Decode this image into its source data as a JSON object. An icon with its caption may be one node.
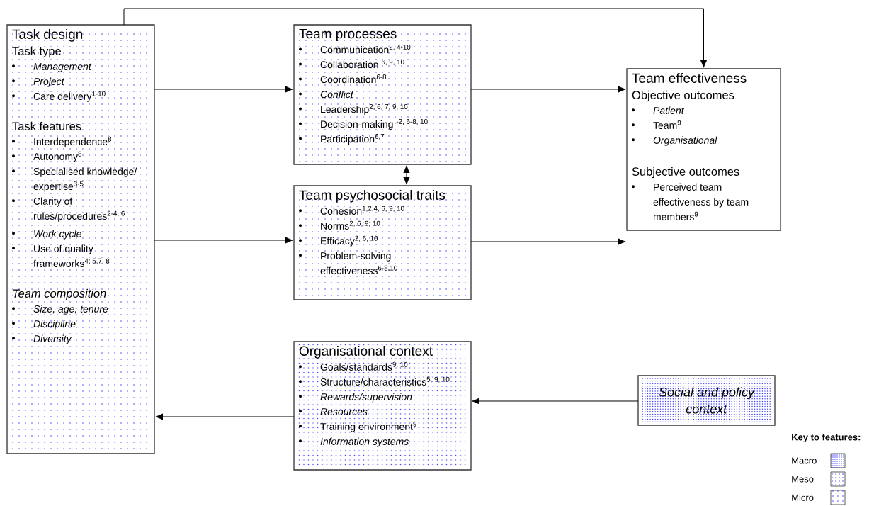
{
  "diagram": {
    "nodes": [
      {
        "text": [
          "Task design",
          "Task type",
          "*Management*",
          "*Project*",
          "Care delivery$^{1-10}$",
          "Task features",
          "Interdependence$^{8}$",
          "Autonomy$^{8}$",
          "Specialised knowledge/ expertise$^{3-5}$",
          "Clarity of rules/procedures$^{2-4, 6}$",
          "*Work cycle*",
          "Use of quality frameworks$^{4; 5,7, 8}$",
          "*Team composition*",
          "*Size, age, tenure*",
          "*Discipline*",
          "*Diversity*"
        ]
      },
      {
        "text": [
          "Team processes",
          "Communication$^{2, 4-10}$",
          "Collaboration $^{6, 9, 10}$",
          "Coordination$^{6-8}$",
          "*Conflict*",
          "Leadership$^{2; 6, 7, 9, 10}$",
          "Decision-making $^{-2, 6-8, 10}$",
          "Participation$^{6,7}$"
        ]
      },
      {
        "text": [
          "Team psychosocial traits",
          "Cohesion$^{1,2,4, 6, 9, 10}$",
          "Norms$^{2, 6, 9; 10}$",
          "Efficacy$^{2, 6, 10}$",
          "Problem-solving effectiveness$^{6-8,10}$"
        ]
      },
      {
        "text": [
          "Team effectiveness",
          "Objective outcomes",
          "*Patient*",
          "Team$^{9}$",
          "*Organisational*",
          "Subjective outcomes",
          "Perceived team effectiveness by team members$^{9}$"
        ]
      },
      {
        "text": [
          "Organisational context",
          "Goals/standards$^{9, 10}$",
          "Structure/characteristics$^{5, 9, 10}$",
          "*Rewards/supervision*",
          "*Resources*",
          "Training environment$^{9}$",
          "*Information systems*"
        ]
      },
      {
        "text": [
          "*Social and policy context*"
        ]
      }
    ],
    "edges": [
      {
        "from": 0,
        "to": 1,
        "arrow": "to"
      },
      {
        "from": 0,
        "to": 2,
        "arrow": "to"
      },
      {
        "from": 0,
        "to": 3,
        "arrow": "to"
      },
      {
        "from": 1,
        "to": 3,
        "arrow": "to"
      },
      {
        "from": 2,
        "to": 3,
        "arrow": "to"
      },
      {
        "from": 1,
        "to": 2,
        "arrow": "both"
      },
      {
        "from": 4,
        "to": 0,
        "arrow": "to"
      },
      {
        "from": 5,
        "to": 4,
        "arrow": "to"
      }
    ],
    "labels": [
      "Key to features:"
    ],
    "legend": [
      {
        "text": "Macro"
      },
      {
        "text": "Meso"
      },
      {
        "text": "Micro"
      }
    ]
  }
}
